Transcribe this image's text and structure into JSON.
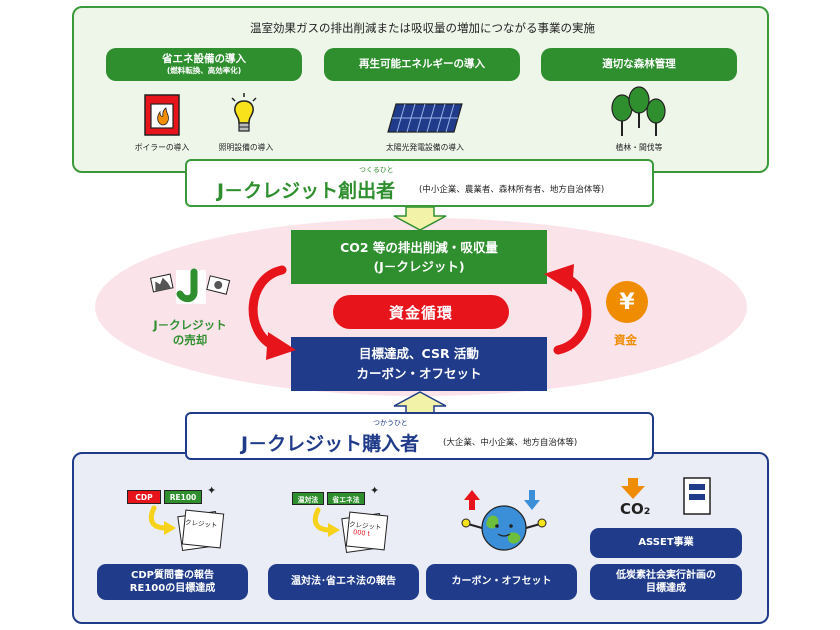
{
  "top": {
    "title": "温室効果ガスの排出削減または吸収量の増加につながる事業の実施",
    "pill1_main": "省エネ設備の導入",
    "pill1_sub": "(燃料転換、高効率化)",
    "pill2": "再生可能エネルギーの導入",
    "pill3": "適切な森林管理",
    "cap_boiler": "ボイラーの導入",
    "cap_light": "照明設備の導入",
    "cap_solar": "太陽光発電設備の導入",
    "cap_forest": "植林・間伐等"
  },
  "creator": {
    "ruby": "つくるひと",
    "title": "J－クレジット創出者",
    "note": "(中小企業、農業者、森林所有者、地方自治体等)"
  },
  "cycle": {
    "green_line1": "CO2 等の排出削減・吸収量",
    "green_line2": "(J－クレジット)",
    "loop": "資金循環",
    "navy_line1": "目標達成、CSR 活動",
    "navy_line2": "カーボン・オフセット",
    "left_label_1": "J－クレジット",
    "left_label_2": "の売却",
    "right_label": "資金",
    "yen": "¥"
  },
  "buyer": {
    "ruby": "つかうひと",
    "title": "J－クレジット購入者",
    "note": "(大企業、中小企業、地方自治体等)"
  },
  "bottom": {
    "tag_cdp": "CDP",
    "tag_re100": "RE100",
    "tag_law1": "温対法",
    "tag_law2": "省エネ法",
    "doc_word": "クレジット",
    "doc_amount": "000 t",
    "co2_text": "CO₂",
    "pill1_line1": "CDP質問書の報告",
    "pill1_line2": "RE100の目標達成",
    "pill2": "温対法･省エネ法の報告",
    "pill3": "カーボン・オフセット",
    "asset": "ASSET事業",
    "pill4_line1": "低炭素社会実行計画の",
    "pill4_line2": "目標達成"
  },
  "colors": {
    "green": "#2f8f2f",
    "navy": "#1f3b8a",
    "red": "#e8141c",
    "orange": "#f08c00",
    "arrow_fill": "#f2f2a8"
  }
}
